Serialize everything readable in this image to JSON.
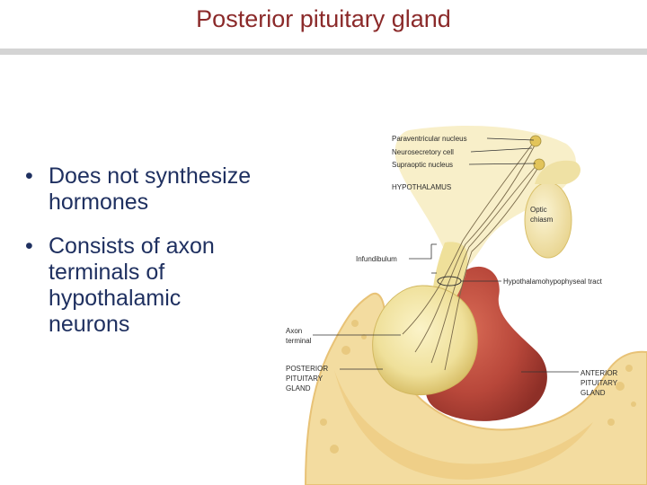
{
  "slide": {
    "title": "Posterior pituitary gland",
    "bullets": [
      "Does not synthesize hormones",
      "Consists of axon terminals of hypothalamic neurons"
    ],
    "bullet_lines": [
      [
        "Does not synthesize",
        "hormones"
      ],
      [
        "Consists of axon",
        "terminals of",
        "hypothalamic",
        "neurons"
      ]
    ]
  },
  "figure": {
    "labels": {
      "paraventricular": "Paraventricular nucleus",
      "neurosecretory": "Neurosecretory cell",
      "supraoptic": "Supraoptic nucleus",
      "hypothalamus": "HYPOTHALAMUS",
      "optic_1": "Optic",
      "optic_2": "chiasm",
      "infundibulum": "Infundibulum",
      "tract": "Hypothalamohypophyseal tract",
      "axon_1": "Axon",
      "axon_2": "terminal",
      "post_1": "POSTERIOR",
      "post_2": "PITUITARY",
      "post_3": "GLAND",
      "ant_1": "ANTERIOR",
      "ant_2": "PITUITARY",
      "ant_3": "GLAND"
    },
    "colors": {
      "bone": "#f3dca0",
      "bone_edge": "#e8c276",
      "posterior_lobe": "#f1e3a0",
      "anterior_lobe": "#b8473a",
      "chiasm": "#f4e7b3",
      "title": "#8b2a2a",
      "bullet_text": "#1f3060"
    }
  }
}
